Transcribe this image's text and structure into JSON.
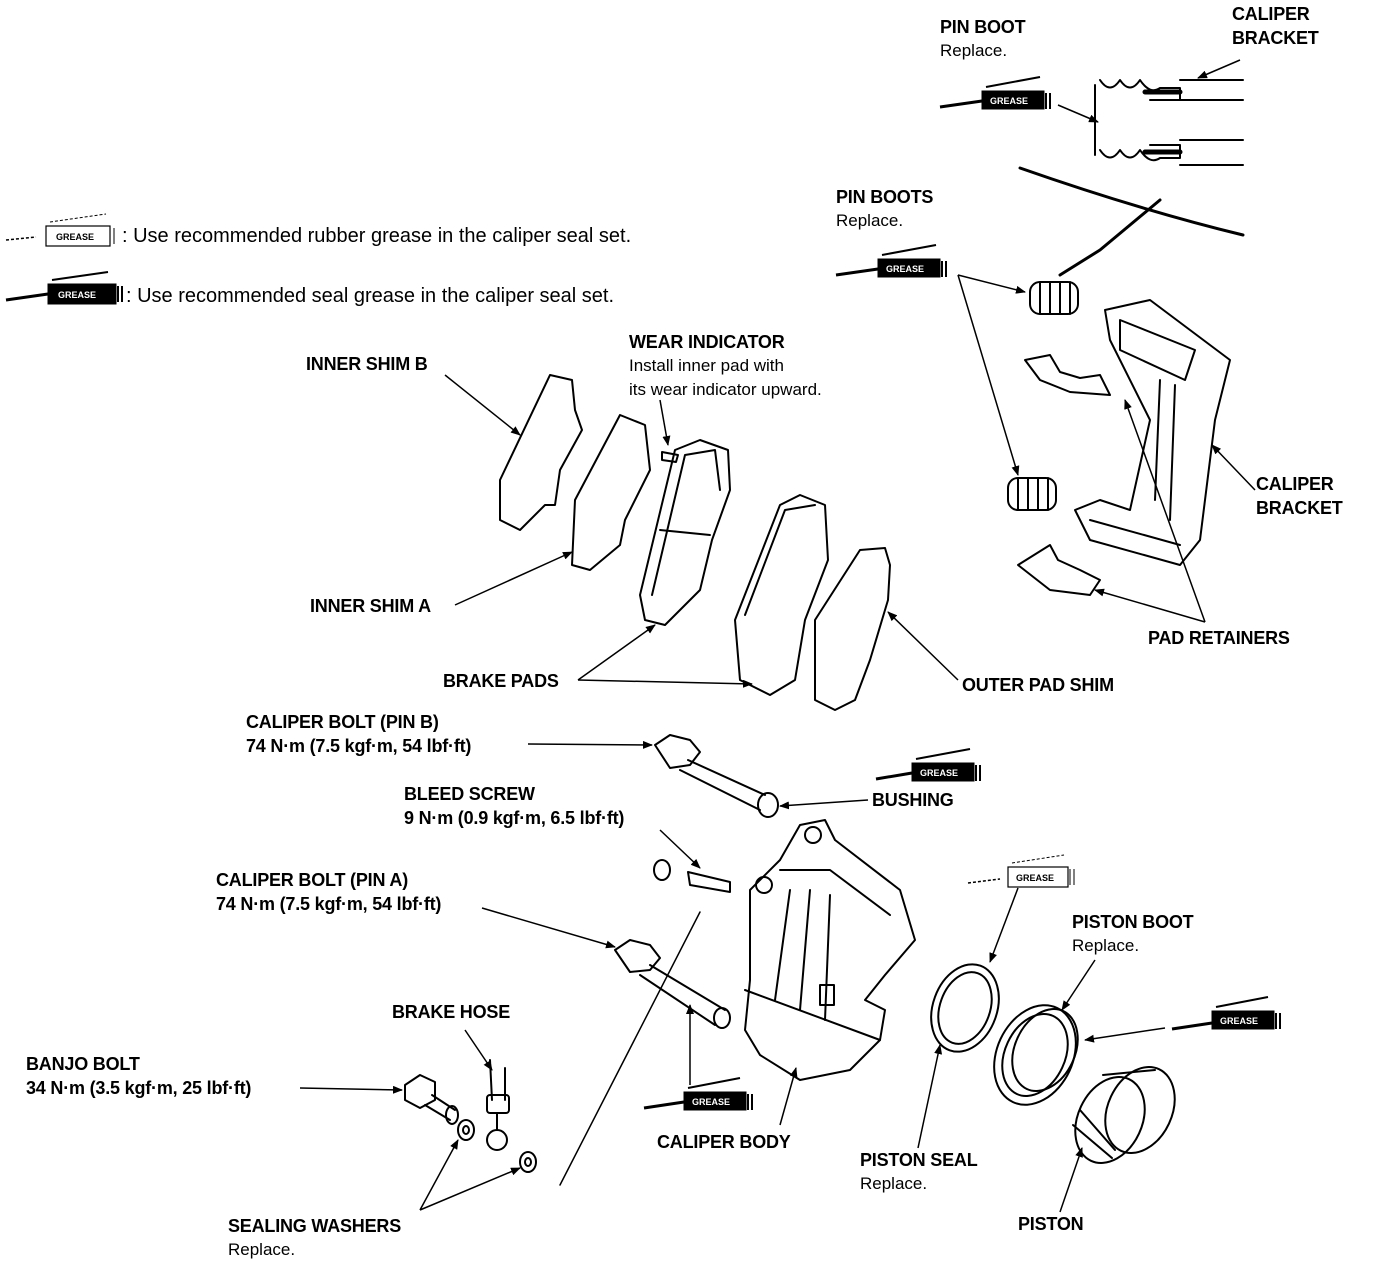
{
  "legend": {
    "rubber_grease": ": Use recommended rubber grease in the caliper seal set.",
    "seal_grease": ": Use recommended seal grease in the caliper seal set.",
    "icon_text": "GREASE"
  },
  "labels": {
    "pin_boot": {
      "title": "PIN BOOT",
      "sub": "Replace."
    },
    "caliper_bracket_top": {
      "title1": "CALIPER",
      "title2": "BRACKET"
    },
    "pin_boots": {
      "title": "PIN BOOTS",
      "sub": "Replace."
    },
    "wear_indicator": {
      "title": "WEAR INDICATOR",
      "sub1": "Install inner pad with",
      "sub2": "its wear indicator upward."
    },
    "inner_shim_b": {
      "title": "INNER SHIM B"
    },
    "caliper_bracket_right": {
      "title1": "CALIPER",
      "title2": "BRACKET"
    },
    "inner_shim_a": {
      "title": "INNER SHIM A"
    },
    "pad_retainers": {
      "title": "PAD RETAINERS"
    },
    "brake_pads": {
      "title": "BRAKE PADS"
    },
    "outer_pad_shim": {
      "title": "OUTER PAD SHIM"
    },
    "caliper_bolt_b": {
      "title": "CALIPER BOLT (PIN B)",
      "torque": "74 N·m (7.5 kgf·m, 54 lbf·ft)"
    },
    "bushing": {
      "title": "BUSHING"
    },
    "bleed_screw": {
      "title": "BLEED SCREW",
      "torque": "9 N·m (0.9 kgf·m, 6.5 lbf·ft)"
    },
    "caliper_bolt_a": {
      "title": "CALIPER BOLT (PIN A)",
      "torque": "74 N·m (7.5 kgf·m, 54 lbf·ft)"
    },
    "piston_boot": {
      "title": "PISTON BOOT",
      "sub": "Replace."
    },
    "brake_hose": {
      "title": "BRAKE HOSE"
    },
    "banjo_bolt": {
      "title": "BANJO BOLT",
      "torque": "34 N·m (3.5 kgf·m, 25 lbf·ft)"
    },
    "caliper_body": {
      "title": "CALIPER BODY"
    },
    "piston_seal": {
      "title": "PISTON SEAL",
      "sub": "Replace."
    },
    "piston": {
      "title": "PISTON"
    },
    "sealing_washers": {
      "title": "SEALING WASHERS",
      "sub": "Replace."
    }
  }
}
